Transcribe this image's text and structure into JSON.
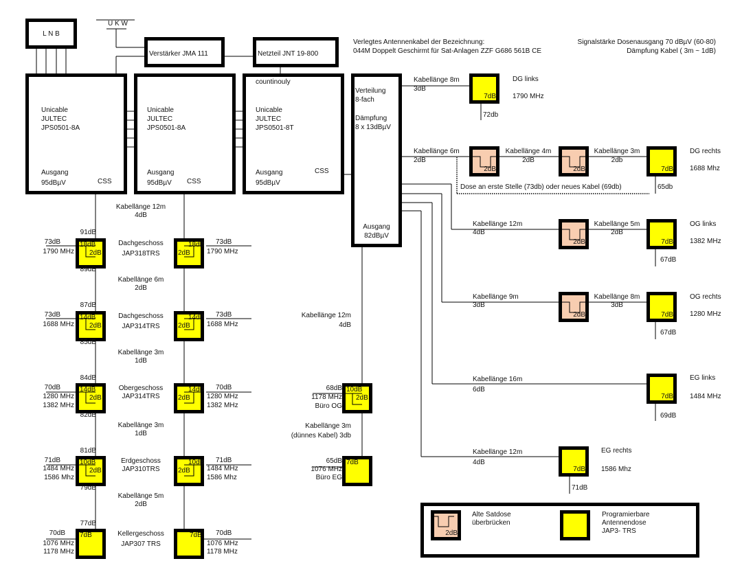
{
  "header": {
    "cable_title": "Verlegtes Antennenkabel der Bezeichnung:",
    "cable_type": "044M Doppelt Geschirmt für Sat-Anlagen ZZF G686 561B CE",
    "signal_note": "Signalstärke Dosenausgang 70 dBµV (60-80)",
    "damping_note": "Dämpfung Kabel ( 3m ~ 1dB)"
  },
  "lnb": {
    "label": "L  N  B"
  },
  "ukw": {
    "label": "U  K  W"
  },
  "amplifier": {
    "label": "Verstärker JMA 111"
  },
  "power_supply": {
    "label": "Netzteil JNT 19-800",
    "mode": "countinouly"
  },
  "multiswitches": [
    {
      "line1": "Unicable",
      "line2": "JULTEC",
      "line3": "JPS0501-8A",
      "out_label": "Ausgang",
      "out_value": "95dBµV",
      "css": "CSS"
    },
    {
      "line1": "Unicable",
      "line2": "JULTEC",
      "line3": "JPS0501-8A",
      "out_label": "Ausgang",
      "out_value": "95dBµV",
      "css": "CSS"
    },
    {
      "line1": "Unicable",
      "line2": "JULTEC",
      "line3": "JPS0501-8T",
      "out_label": "Ausgang",
      "out_value": "95dBµV",
      "css": "CSS"
    }
  ],
  "splitter": {
    "line1": "Verteilung",
    "line2": "8-fach",
    "line3": "Dämpfung",
    "line4": "8 x 13dBµV",
    "out_label": "Ausgang",
    "out_value": "82dBµV"
  },
  "left_trunk": {
    "cables": [
      {
        "length": "Kabellänge 12m",
        "loss": "4dB"
      },
      {
        "length": "Kabellänge 6m",
        "loss": "2dB"
      },
      {
        "length": "Kabellänge 3m",
        "loss": "1dB"
      },
      {
        "length": "Kabellänge 3m",
        "loss": "1dB"
      },
      {
        "length": "Kabellänge 5m",
        "loss": "2dB"
      }
    ],
    "floors": [
      {
        "name": "Dachgeschoss",
        "model": "JAP318TRS",
        "in": "91dB",
        "out": "89dB",
        "tap": "18dB",
        "through": "2dB",
        "level": "73dB",
        "freqs": [
          "1790 MHz"
        ],
        "rlevel": "73dB",
        "rfreqs": [
          "1790 MHz"
        ]
      },
      {
        "name": "Dachgeschoss",
        "model": "JAP314TRS",
        "in": "87dB",
        "out": "85dB",
        "tap": "14dB",
        "through": "2dB",
        "level": "73dB",
        "freqs": [
          "1688 MHz"
        ],
        "rlevel": "73dB",
        "rfreqs": [
          "1688 MHz"
        ]
      },
      {
        "name": "Obergeschoss",
        "model": "JAP314TRS",
        "in": "84dB",
        "out": "82dB",
        "tap": "14dB",
        "through": "2dB",
        "level": "70dB",
        "freqs": [
          "1280 MHz",
          "1382 MHz"
        ],
        "rlevel": "70dB",
        "rfreqs": [
          "1280 MHz",
          "1382 MHz"
        ]
      },
      {
        "name": "Erdgeschoss",
        "model": "JAP310TRS",
        "in": "81dB",
        "out": "79dB",
        "tap": "10dB",
        "through": "2dB",
        "level": "71dB",
        "freqs": [
          "1484 MHz",
          "1586 Mhz"
        ],
        "rlevel": "71dB",
        "rfreqs": [
          "1484 MHz",
          "1586 Mhz"
        ]
      },
      {
        "name": "Kellergeschoss",
        "model": "JAP307 TRS",
        "in": "77dB",
        "out": "",
        "tap": "7dB",
        "through": "",
        "level": "70dB",
        "freqs": [
          "1076 MHz",
          "1178 MHz"
        ],
        "rlevel": "70dB",
        "rfreqs": [
          "1076 MHz",
          "1178 MHz"
        ]
      }
    ]
  },
  "office": {
    "cable1": {
      "length": "Kabellänge 12m",
      "loss": "4dB"
    },
    "cable2": {
      "length": "Kabellänge 3m",
      "loss": "(dünnes Kabel) 3db"
    },
    "og": {
      "level": "68dB",
      "freq": "1178 MHz",
      "name": "Büro OG",
      "tap": "10dB",
      "through": "2dB"
    },
    "eg": {
      "level": "65dB",
      "freq": "1076 MHz",
      "name": "Büro EG",
      "tap": "7dB"
    }
  },
  "branches": {
    "dg_links": {
      "cable": "Kabellänge 8m",
      "loss": "3dB",
      "tap": "7dB",
      "name": "DG links",
      "freq": "1790 MHz",
      "level": "72db"
    },
    "dg_rechts": {
      "cable1": "Kabellänge 6m",
      "loss1": "2dB",
      "old1": "2dB",
      "cable2": "Kabellänge 4m",
      "loss2": "2dB",
      "old2": "2dB",
      "cable3": "Kabellänge 3m",
      "loss3": "2db",
      "tap": "7dB",
      "name": "DG rechts",
      "freq": "1688 Mhz",
      "level": "65db",
      "note": "Dose an erste Stelle (73db) oder neues Kabel (69db)"
    },
    "og_links": {
      "cable1": "Kabellänge 12m",
      "loss1": "4dB",
      "old": "2dB",
      "cable2": "Kabellänge 5m",
      "loss2": "2dB",
      "tap": "7dB",
      "name": "OG links",
      "freq": "1382 MHz",
      "level": "67dB"
    },
    "og_rechts": {
      "cable1": "Kabellänge 9m",
      "loss1": "3dB",
      "old": "2dB",
      "cable2": "Kabellänge 8m",
      "loss2": "3dB",
      "tap": "7dB",
      "name": "OG rechts",
      "freq": "1280 MHz",
      "level": "67dB"
    },
    "eg_links": {
      "cable": "Kabellänge 16m",
      "loss": "6dB",
      "tap": "7dB",
      "name": "EG links",
      "freq": "1484 MHz",
      "level": "69dB"
    },
    "eg_rechts": {
      "cable": "Kabellänge 12m",
      "loss": "4dB",
      "tap": "7dB",
      "name": "EG rechts",
      "freq": "1586 Mhz",
      "level": "71dB"
    }
  },
  "legend": {
    "old_line1": "Alte Satdose",
    "old_line2": "überbrücken",
    "old_value": "2dB",
    "new_line1": "Programierbare",
    "new_line2": "Antennendose",
    "new_line3": "JAP3- TRS"
  },
  "colors": {
    "new_socket": "#ffff00",
    "old_socket": "#f8cdb0",
    "line": "#000000"
  }
}
